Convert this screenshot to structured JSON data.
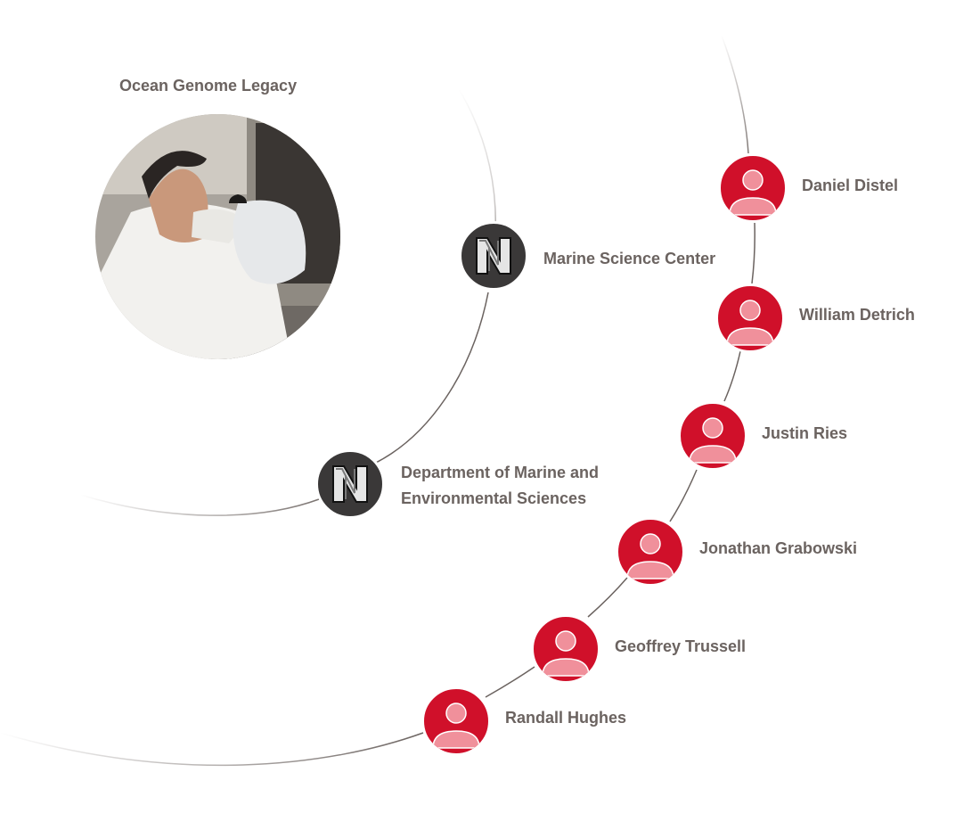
{
  "diagram": {
    "featured": {
      "title": "Ocean Genome Legacy",
      "photo_icon": "scientist-with-freezer-photo"
    },
    "organizations": [
      {
        "name": "Marine Science Center",
        "icon": "northeastern-n-logo"
      },
      {
        "name_line1": "Department of Marine and",
        "name_line2": "Environmental Sciences",
        "icon": "northeastern-n-logo"
      }
    ],
    "people": [
      {
        "name": "Daniel Distel",
        "icon": "person-avatar-icon"
      },
      {
        "name": "William Detrich",
        "icon": "person-avatar-icon"
      },
      {
        "name": "Justin Ries",
        "icon": "person-avatar-icon"
      },
      {
        "name": "Jonathan Grabowski",
        "icon": "person-avatar-icon"
      },
      {
        "name": "Geoffrey Trussell",
        "icon": "person-avatar-icon"
      },
      {
        "name": "Randall Hughes",
        "icon": "person-avatar-icon"
      }
    ],
    "colors": {
      "person_node": "#d0102a",
      "person_glyph": "#f0909b",
      "org_node": "#3a3838",
      "label_text": "#6b6360",
      "connector": "#6b6360"
    }
  }
}
